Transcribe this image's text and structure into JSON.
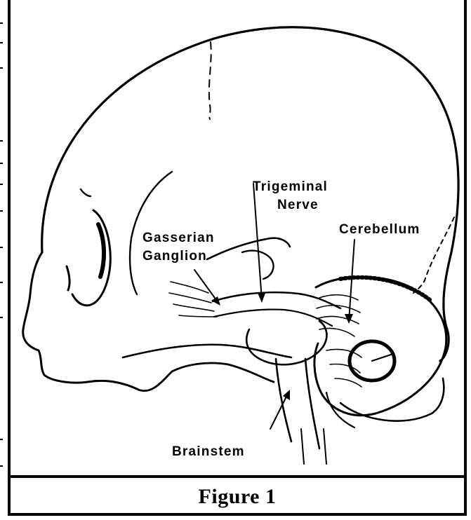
{
  "labels": {
    "trigeminal_line1": "Trigeminal",
    "trigeminal_line2": "Nerve",
    "cerebellum": "Cerebellum",
    "gasserian_line1": "Gasserian",
    "gasserian_line2": "Ganglion",
    "brainstem": "Brainstem"
  },
  "caption": "Figure 1"
}
